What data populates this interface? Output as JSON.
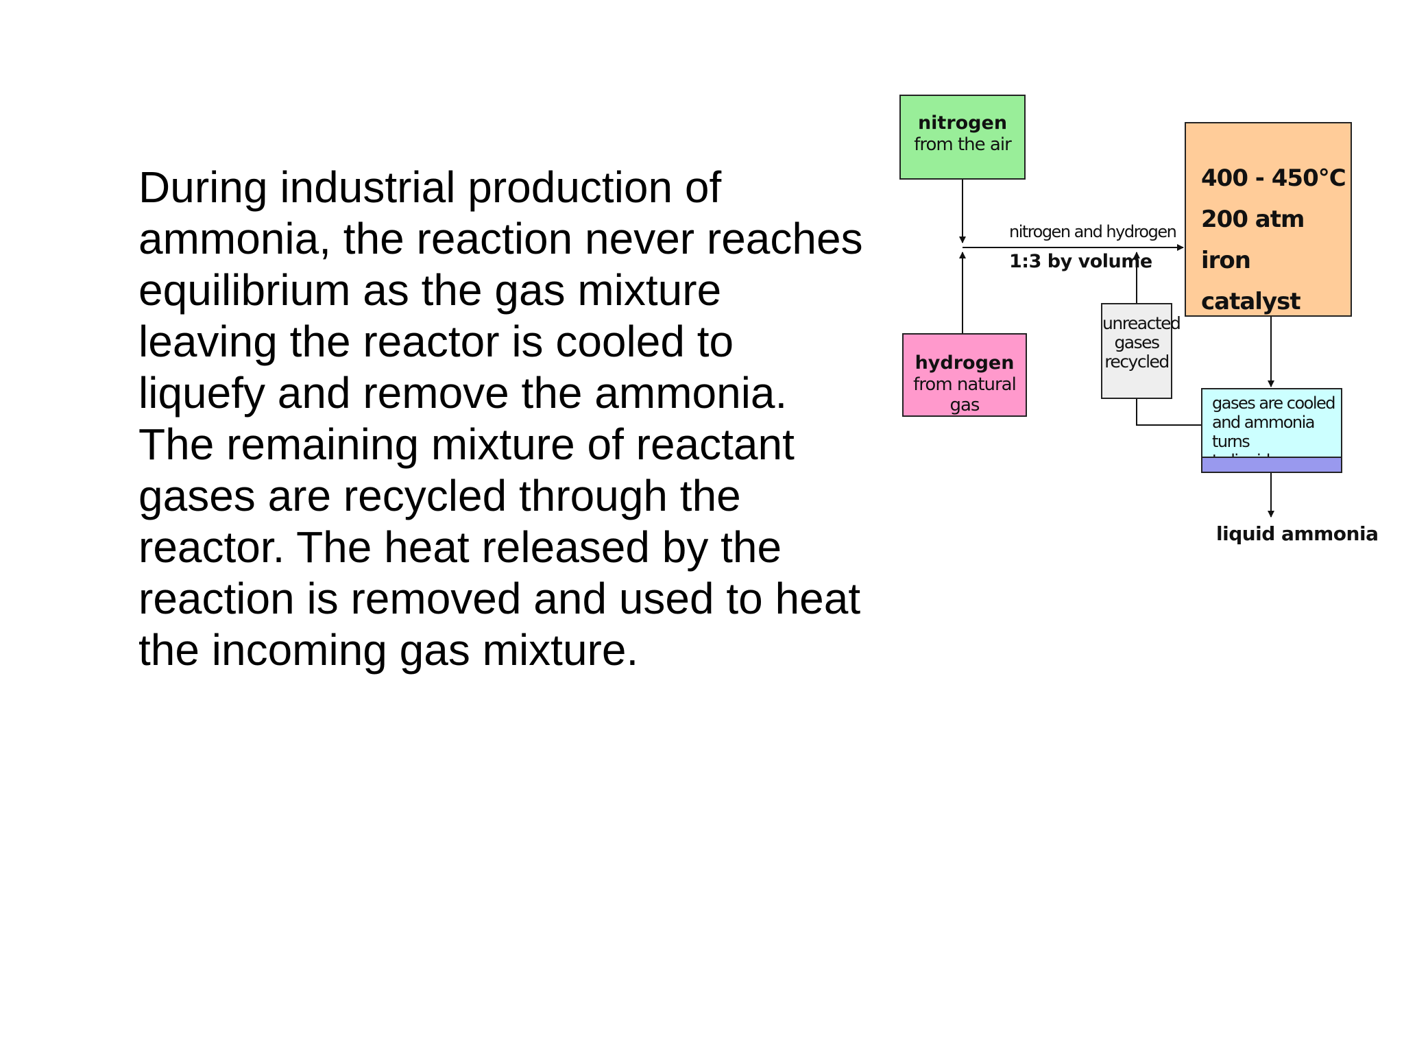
{
  "description": {
    "lines": [
      "During industrial production of",
      "ammonia, the reaction never reaches",
      "equilibrium as the gas mixture",
      "leaving the reactor is cooled to",
      "liquefy and remove the ammonia.",
      "The remaining mixture of reactant",
      "gases are recycled through the",
      "reactor. The heat released by the",
      "reaction is removed and used to heat",
      "the incoming gas mixture."
    ]
  },
  "diagram": {
    "nitrogen": {
      "title": "nitrogen",
      "subtitle": "from the air",
      "color": "#99ee99"
    },
    "hydrogen": {
      "title": "hydrogen",
      "subtitle": "from natural gas",
      "color": "#ff99cc"
    },
    "mixture": {
      "label": "nitrogen and hydrogen",
      "ratio": "1:3 by volume"
    },
    "recycle": {
      "lines": [
        "unreacted",
        "gases",
        "recycled"
      ],
      "color": "#eeeeee"
    },
    "reactor": {
      "lines": [
        "400 - 450°C",
        "200 atm",
        "iron catalyst"
      ],
      "color": "#ffcc99"
    },
    "cooler": {
      "lines": [
        "gases are cooled",
        "and ammonia turns",
        "to liquid"
      ],
      "color": "#ccffff",
      "band_color": "#9999ee"
    },
    "product": {
      "label": "liquid ammonia"
    }
  }
}
